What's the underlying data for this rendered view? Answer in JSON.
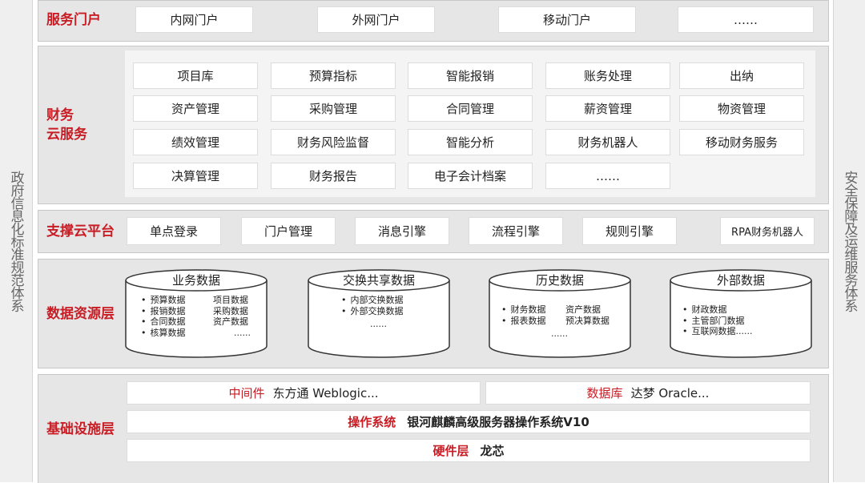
{
  "left_side_label": "政府信息化标准规范体系",
  "right_side_label": "安全保障及运维服务体系",
  "portal": {
    "title": "服务门户",
    "items": [
      "内网门户",
      "外网门户",
      "移动门户",
      "……"
    ]
  },
  "finance": {
    "title_line1": "财务",
    "title_line2": "云服务",
    "rows": [
      [
        "项目库",
        "预算指标",
        "智能报销",
        "账务处理",
        "出纳"
      ],
      [
        "资产管理",
        "采购管理",
        "合同管理",
        "薪资管理",
        "物资管理"
      ],
      [
        "绩效管理",
        "财务风险监督",
        "智能分析",
        "财务机器人",
        "移动财务服务"
      ],
      [
        "决算管理",
        "财务报告",
        "电子会计档案",
        "……"
      ]
    ]
  },
  "support": {
    "title": "支撑云平台",
    "items": [
      "单点登录",
      "门户管理",
      "消息引擎",
      "流程引擎",
      "规则引擎",
      "RPA财务机器人"
    ]
  },
  "data_resources": {
    "title": "数据资源层",
    "cylinders": [
      {
        "title": "业务数据",
        "col1": [
          "预算数据",
          "报销数据",
          "合同数据",
          "核算数据"
        ],
        "col2": [
          "项目数据",
          "采购数据",
          "资产数据",
          "......"
        ]
      },
      {
        "title": "交换共享数据",
        "col1": [
          "内部交换数据",
          "外部交换数据"
        ],
        "extra": "......"
      },
      {
        "title": "历史数据",
        "col1": [
          "财务数据",
          "报表数据"
        ],
        "col2": [
          "资产数据",
          "预决算数据"
        ],
        "extra": "......"
      },
      {
        "title": "外部数据",
        "col1": [
          "财政数据",
          "主管部门数据",
          "互联网数据......"
        ]
      }
    ]
  },
  "infra": {
    "title": "基础设施层",
    "middleware_label": "中间件",
    "middleware_value": "东方通 Weblogic...",
    "database_label": "数据库",
    "database_value": "达梦 Oracle...",
    "os_label": "操作系统",
    "os_value": "银河麒麟高级服务器操作系统V10",
    "hardware_label": "硬件层",
    "hardware_value": "龙芯"
  },
  "colors": {
    "accent": "#c81d25",
    "band": "#e6e6e6"
  }
}
